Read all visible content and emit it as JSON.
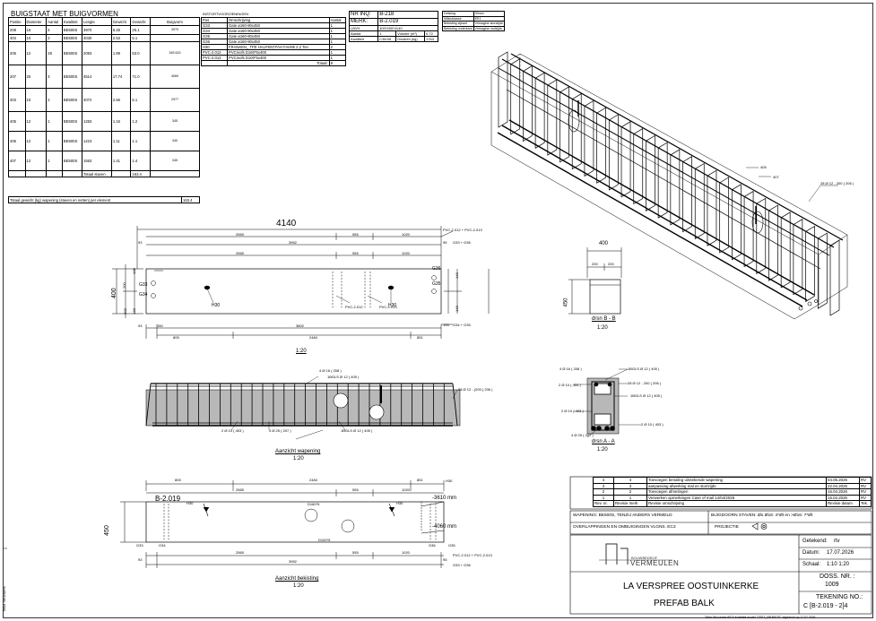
{
  "bending_schedule": {
    "title": "BUIGSTAAT MET BUIGVORMEN",
    "headers": [
      "Positie",
      "Diameter",
      "Aantal",
      "Kwaliteit",
      "Lengte",
      "Gewicht",
      "Gewicht",
      "Buigvorm"
    ],
    "rows": [
      {
        "pos": "208",
        "dia": "16",
        "qty": "4",
        "grade": "BE500S",
        "len": "3970",
        "w1": "6.26",
        "w2": "25.1",
        "shape": "3970"
      },
      {
        "pos": "404",
        "dia": "10",
        "qty": "2",
        "grade": "BE500S",
        "len": "4030",
        "w1": "2.53",
        "w2": "5.1",
        "shape": ""
      },
      {
        "pos": "206",
        "dia": "12",
        "qty": "28",
        "grade": "BE500S",
        "len": "2093",
        "w1": "1.89",
        "w2": "53.0",
        "shape": "345 615"
      },
      {
        "pos": "207",
        "dia": "25",
        "qty": "4",
        "grade": "BE500S",
        "len": "4514",
        "w1": "17.74",
        "w2": "71.0",
        "shape": "4060"
      },
      {
        "pos": "403",
        "dia": "10",
        "qty": "2",
        "grade": "BE500S",
        "len": "4072",
        "w1": "2.56",
        "w2": "5.1",
        "shape": "2977"
      },
      {
        "pos": "405",
        "dia": "12",
        "qty": "1",
        "grade": "BE500S",
        "len": "1283",
        "w1": "1.16",
        "w2": "1.2",
        "shape": "345"
      },
      {
        "pos": "406",
        "dia": "12",
        "qty": "1",
        "grade": "BE500S",
        "len": "1223",
        "w1": "1.11",
        "w2": "1.1",
        "shape": "340"
      },
      {
        "pos": "407",
        "dia": "12",
        "qty": "1",
        "grade": "BE500S",
        "len": "1553",
        "w1": "1.41",
        "w2": "1.4",
        "shape": "345"
      }
    ],
    "total_label": "Totaal staven",
    "total_value": "163.4",
    "grand_label": "Totaal gewicht (kg) wapening (staven en netten) per element",
    "grand_value": "163.4"
  },
  "inserts": {
    "title": "INSTORTVOORZIENINGEN",
    "headers": [
      "Pos",
      "Omschrijving",
      "Aantal"
    ],
    "rows": [
      {
        "pos": "G33",
        "desc": "Gate ø160-90x450",
        "qty": "1"
      },
      {
        "pos": "G34",
        "desc": "Gate ø160-90x450",
        "qty": "1"
      },
      {
        "pos": "G35",
        "desc": "Gate ø160-90x450",
        "qty": "1"
      },
      {
        "pos": "G36",
        "desc": "Gate ø160-90x450",
        "qty": "1"
      },
      {
        "pos": "H30",
        "desc": "FRANKEN_ TPE HALFENTFAH FAH95  2,2 Ton",
        "qty": "2"
      },
      {
        "pos": "PVC-2.012",
        "desc": "PVCmofs  D160*5x400",
        "qty": "1"
      },
      {
        "pos": "PVC-2.013",
        "desc": "PVCmofs  D100*5x400",
        "qty": "1"
      }
    ],
    "total_label": "Totaal:",
    "total_value": "9"
  },
  "element_info": {
    "nr_label": "NR INQ:",
    "nr_value": "B-218",
    "merk_label": "MERK:",
    "merk_value": "B-2.019",
    "rows": [
      {
        "k": "LBVH",
        "v": "400*450*4140"
      },
      {
        "k": "Aantal",
        "v": "1",
        "k2": "Volume (m³)",
        "v2": "0.72"
      },
      {
        "k": "Kwaliteit",
        "v": "C35/45",
        "k2": "Gewicht (kg)",
        "v2": "1763"
      }
    ]
  },
  "cover_info": {
    "rows": [
      {
        "k": "Dekking",
        "v": "30mm"
      },
      {
        "k": "Milieuklasse",
        "v": "EE1"
      },
      {
        "k": "Bekisting zijkant",
        "v": "Vrimagine stortzijde"
      },
      {
        "k": "Bekisting onderkant",
        "v": "Vrimagine mofzijde"
      }
    ]
  },
  "views": {
    "elevation_scale": "1:20",
    "rebar_view_title": "Aanzicht wapening",
    "rebar_view_scale": "1:20",
    "formwork_view_title": "Aanzicht bekisting",
    "formwork_view_scale": "1:20",
    "section_bb_title": "drsn B - B",
    "section_bb_scale": "1:20",
    "section_aa_title": "drsn A - A",
    "section_aa_scale": "1:20",
    "merk_label": "B-2.019"
  },
  "dimensions": {
    "total_length": "4140",
    "top_segs": [
      "2565",
      "555",
      "1020"
    ],
    "top_inner": "3952",
    "top_inner2": "2565",
    "top_inner2b": "555",
    "top_inner2c": "1020",
    "left_93": "93",
    "right_95": "95",
    "bottom_3802": "3802",
    "bottom_150": "150",
    "bottom_805": "805",
    "bottom_2484": "2484",
    "bottom_851": "851",
    "bottom_93": "93",
    "bottom_195": "195",
    "height_400": "400",
    "h_200a": "200",
    "h_200b": "200",
    "h_130a": "130",
    "h_130b": "130",
    "h_140a": "140",
    "h_140b": "140",
    "pvc_note": "PVC-2.012 + PVC-2.013",
    "g33g36": "G33 + G36",
    "g34g35": "G34 + G35",
    "bb_width": "400",
    "bb_200a": "200",
    "bb_200b": "200",
    "bb_450": "450",
    "fw_805": "805",
    "fw_2484": "2484",
    "fw_851": "851",
    "fw_h30": "H30",
    "fw_2565": "2565",
    "fw_555": "555",
    "fw_1020": "1020",
    "fw_3952": "3952",
    "fw_450": "450",
    "fw_93": "93",
    "fw_95": "95",
    "fw_3610": "-3610 mm",
    "fw_4060": "-4060 mm",
    "fw_d160": "D160*5",
    "fw_d100": "D100*5"
  },
  "labels": {
    "h30": "H30",
    "g33": "G33",
    "g34": "G34",
    "g35": "G35",
    "g36": "G36",
    "pvc12": "PVC-2.012",
    "pvc13": "PVC-2.013",
    "rb_4d16": "4 Ø 16 ( 208 )",
    "rb_1bgls": "1BGLS Ø 12 ( 405 )",
    "rb_28": "28 Ø 12 - (200 ( 206 )",
    "rb_2d10": "2 Ø 10 ( 403 )",
    "rb_4d25": "4 Ø 25 ( 207 )",
    "rb_1bgls2": "1BGLS Ø 12 ( 405 )",
    "iso_28": "28 Ø 12 - 200 ( 206 )",
    "iso_405": "405",
    "iso_407": "407",
    "aa_4d16": "4 Ø 16 ( 208 )",
    "aa_1bgls": "1BGLS Ø 12 ( 405 )",
    "aa_2d10a": "2 Ø 10 ( 404 )",
    "aa_28": "28 Ø 12 - 200 ( 206 )",
    "aa_1bgls2": "1BGLS Ø 12 ( 405 )",
    "aa_2d10b": "2 Ø 10 ( 403 )",
    "aa_4d25": "4 Ø 25 ( 207 )"
  },
  "revisions": {
    "rows": [
      {
        "rev": "4",
        "n": "4",
        "desc": "Toevoegen benaling uitstekende wapening",
        "date": "04.05.2026",
        "by": "RV"
      },
      {
        "rev": "3",
        "n": "3",
        "desc": "aanpassing afwerking mal en stortzijde",
        "date": "22.04.2026",
        "by": "RV"
      },
      {
        "rev": "2",
        "n": "2",
        "desc": "Toevoegen afmetingen",
        "date": "16.04.2026",
        "by": "RV"
      },
      {
        "rev": "1",
        "n": "1",
        "desc": "Verwerken opmerkingen Case of mail 14/04/2026",
        "date": "15.04.2026",
        "by": "RV"
      }
    ],
    "footer": {
      "rev": "Rev. nr.",
      "n": "Revisie merk",
      "desc": "Revisie omschrijving",
      "date": "Revisie datum",
      "by": "Tek."
    }
  },
  "notes": {
    "wapening": "WAPENING: BE500S, TENZIJ ANDERS VERMELD",
    "buig": "BUIGDOORN STAVEN: Ø≤ Ø16: 4*Øt  en >Ø16: 7*Øt",
    "overlap": "OVERLAPPINGEN EN OMBUIGINGEN VLGNS. EC2",
    "projectie_label": "PROJECTIE"
  },
  "title_block": {
    "company": "VERMEULEN",
    "company_sub": "BOUWBEDRIJF",
    "getekend_label": "Getekend:",
    "getekend_value": "rtv",
    "datum_label": "Datum:",
    "datum_value": "17.07.2026",
    "schaal_label": "Schaal:",
    "schaal_value": "1:10   1:20",
    "project": "LA VERSPREE OOSTUINKERKE",
    "element": "PREFAB BALK",
    "doss_label": "DOSS. NR. :",
    "doss_value": "1009",
    "tekening_label": "TEKENING NO.:",
    "tekening_value": "C   [B-2.019 - 2]4",
    "footer_left": "Tekla Structures 8670 Kwaliteit model \"TEST_WEBSITE\" afgedrukt op 17.07.2026",
    "side": "Tekla Structures"
  }
}
